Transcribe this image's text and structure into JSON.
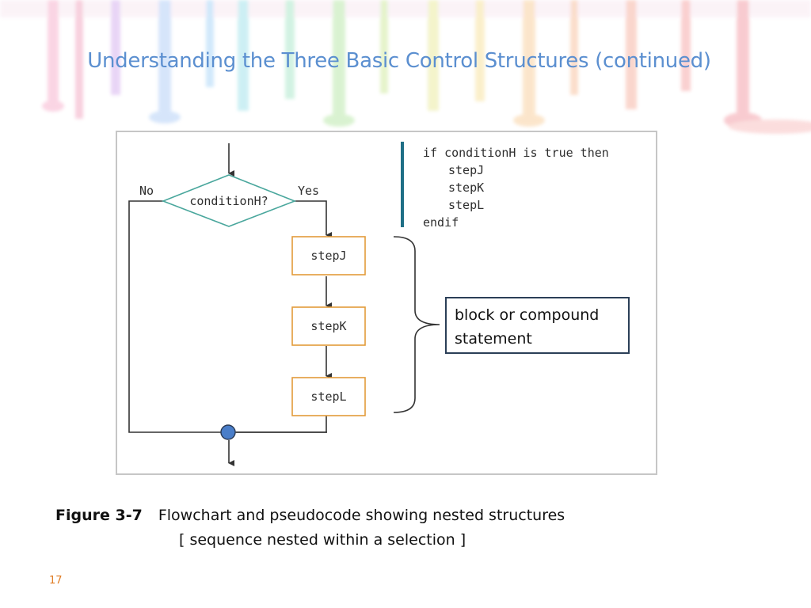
{
  "slide": {
    "title": "Understanding the Three Basic Control Structures (continued)",
    "page_number": "17"
  },
  "flowchart": {
    "decision_label": "conditionH?",
    "no_label": "No",
    "yes_label": "Yes",
    "steps": [
      "stepJ",
      "stepK",
      "stepL"
    ]
  },
  "pseudocode": {
    "lines": [
      "if conditionH is true then",
      "stepJ",
      "stepK",
      "stepL",
      "endif"
    ]
  },
  "callout": {
    "line1": "block or compound",
    "line2": "statement"
  },
  "caption": {
    "figure_label": "Figure 3-7",
    "text": "Flowchart and pseudocode showing nested structures",
    "subtext": "[ sequence nested within a selection ]"
  },
  "colors": {
    "title": "#5b8fd0",
    "decision_border": "#4aa79d",
    "step_border": "#e39b3a",
    "connector_fill": "#4a7ec9",
    "code_bar": "#1f6f86",
    "page_number": "#e07b22"
  }
}
